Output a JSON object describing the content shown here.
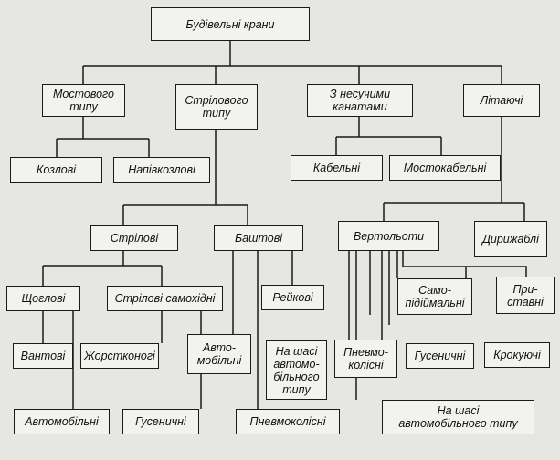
{
  "diagram": {
    "nodes": {
      "root": "Будівельні крани",
      "mostovogo": "Мостового\nтипу",
      "strilovogo": "Стрілового\nтипу",
      "nesuchi": "З несучими\nканатами",
      "litayuchi": "Літаючі",
      "kozlovi": "Козлові",
      "napivkozlovi": "Напівкозлові",
      "kabelni": "Кабельні",
      "mostokabelni": "Мостокабельні",
      "strilovi": "Стрілові",
      "bashtovi": "Баштові",
      "vertolyoty": "Вертольоти",
      "dyryzhabli": "Дирижаблі",
      "shchoglovi": "Щоглові",
      "strilovi_samokhidni": "Стрілові самохідні",
      "reikovi": "Рейкові",
      "samopidiimalni": "Само-\nпідіймальні",
      "prystavni": "При-\nставні",
      "vantovi": "Вантові",
      "zhorstkonogi": "Жорстконогі",
      "avtomobilni_b": "Авто-\nмобільні",
      "na_shasi": "На шасі\nавтомо-\nбільного\nтипу",
      "pnevmokolisni_m": "Пневмо-\nколісні",
      "gusenychni_m": "Гусеничні",
      "krokuyuchi": "Крокуючі",
      "avtomobilni": "Автомобільні",
      "gusenychni": "Гусеничні",
      "pnevmokolisni": "Пневмоколісні",
      "na_shasi_avto": "На шасі\nавтомобільного типу"
    }
  }
}
